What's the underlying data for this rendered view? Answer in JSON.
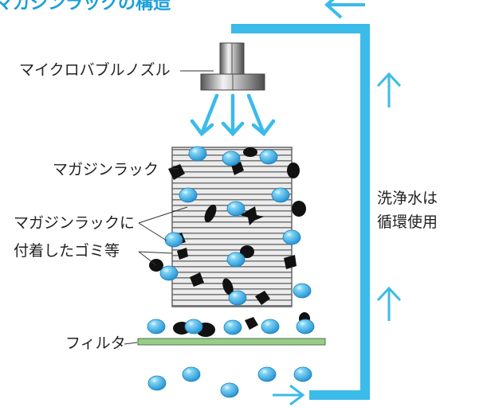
{
  "title": "マガジンラックの構造",
  "labels": {
    "nozzle": "マイクロバブルノズル",
    "rack": "マガジンラック",
    "debris_line1": "マガジンラックに",
    "debris_line2": "付着したゴミ等",
    "filter": "フィルタ",
    "recycle_line1": "洗浄水は",
    "recycle_line2": "循環使用"
  },
  "colors": {
    "water": "#3bbbe9",
    "title": "#1a9fd9",
    "filter": "#9acb8a",
    "rack": "#8c8c8c",
    "debris": "#111111"
  }
}
